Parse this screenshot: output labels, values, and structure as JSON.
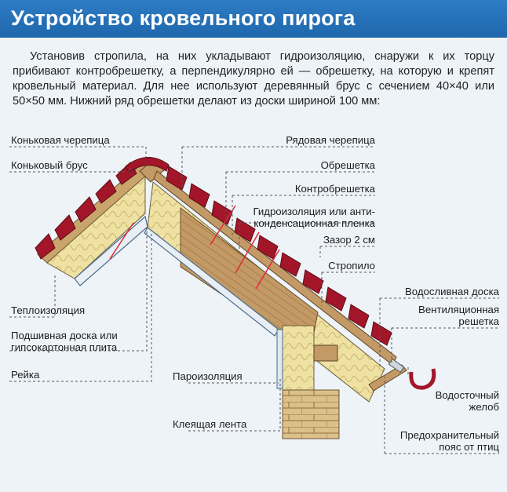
{
  "title": "Устройство кровельного пирога",
  "intro": "Установив стропила, на них укладывают гидроизоляцию, снаружи к их торцу прибивают контробрешетку, а перпендикулярно ей — обрешетку, на которую и крепят кровельный материал. Для нее используют деревянный брус с сечением 40×40 или 50×50 мм. Нижний ряд обрешетки делают из доски шириной 100 мм:",
  "labels": {
    "ridge_tile": "Коньковая черепица",
    "ridge_beam": "Коньковый брус",
    "insulation": "Теплоизоляция",
    "lining_1": "Подшивная доска или",
    "lining_2": "гипсокартонная плита",
    "batten": "Рейка",
    "row_tile": "Рядовая черепица",
    "lathing": "Обрешетка",
    "counter_lathing": "Контробрешетка",
    "waterproof_1": "Гидроизоляция или анти-",
    "waterproof_2": "конденсационная пленка",
    "gap": "Зазор 2 см",
    "rafter": "Стропило",
    "drip_board": "Водосливная доска",
    "vent_1": "Вентиляционная",
    "vent_2": "решетка",
    "vapor": "Пароизоляция",
    "gutter_1": "Водосточный",
    "gutter_2": "желоб",
    "tape": "Клеящая лента",
    "bird_1": "Предохранительный",
    "bird_2": "пояс от птиц"
  },
  "colors": {
    "banner": "#2477c0",
    "tile": "#a3162a",
    "insulation": "#efe1a2",
    "rafter_wood": "#c39a65",
    "membrane": "#4c9a3f",
    "brick": "#dcc08a",
    "cut_line": "#e0283a"
  }
}
